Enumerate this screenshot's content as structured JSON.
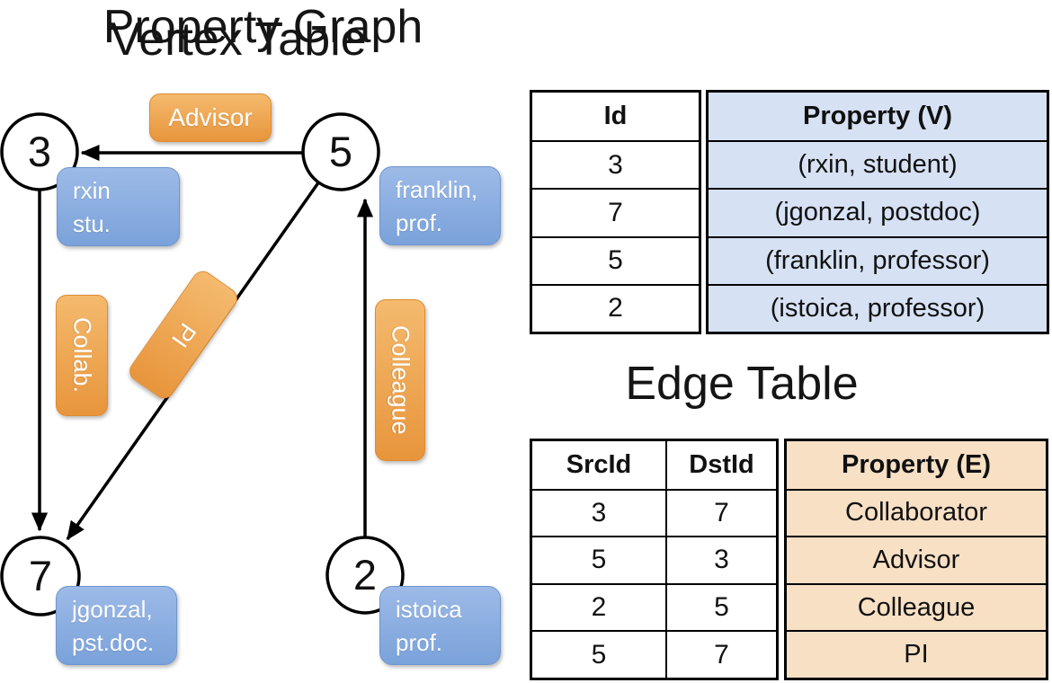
{
  "titles": {
    "graph": "Property Graph",
    "vertex_table": "Vertex Table",
    "edge_table": "Edge Table"
  },
  "graph": {
    "nodes": [
      {
        "id": "3",
        "property_lines": [
          "rxin",
          "stu."
        ]
      },
      {
        "id": "5",
        "property_lines": [
          "franklin,",
          "prof."
        ]
      },
      {
        "id": "7",
        "property_lines": [
          "jgonzal,",
          "pst.doc."
        ]
      },
      {
        "id": "2",
        "property_lines": [
          "istoica",
          "prof."
        ]
      }
    ],
    "edge_labels": {
      "advisor": "Advisor",
      "collab": "Collab.",
      "pi": "PI",
      "colleague": "Colleague"
    }
  },
  "vertex_table": {
    "headers": {
      "id": "Id",
      "property": "Property (V)"
    },
    "rows": [
      {
        "id": "3",
        "property": "(rxin, student)"
      },
      {
        "id": "7",
        "property": "(jgonzal, postdoc)"
      },
      {
        "id": "5",
        "property": "(franklin, professor)"
      },
      {
        "id": "2",
        "property": "(istoica, professor)"
      }
    ]
  },
  "edge_table": {
    "headers": {
      "src": "SrcId",
      "dst": "DstId",
      "property": "Property (E)"
    },
    "rows": [
      {
        "src": "3",
        "dst": "7",
        "property": "Collaborator"
      },
      {
        "src": "5",
        "dst": "3",
        "property": "Advisor"
      },
      {
        "src": "2",
        "dst": "5",
        "property": "Colleague"
      },
      {
        "src": "5",
        "dst": "7",
        "property": "PI"
      }
    ]
  },
  "colors": {
    "edge_label_orange_top": "#F4BA6E",
    "edge_label_orange_bottom": "#E8953C",
    "vertex_box_blue_top": "#9DBAE7",
    "vertex_box_blue_bottom": "#7AA2DA",
    "vertex_cell_blue": "#D6E1F4",
    "edge_cell_tan": "#F8E0C5",
    "line_black": "#000000"
  }
}
